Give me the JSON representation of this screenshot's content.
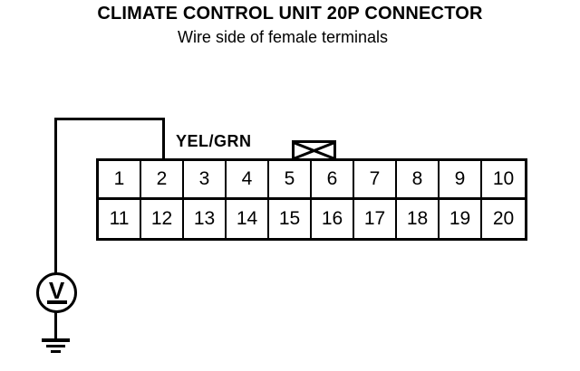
{
  "header": {
    "title": "CLIMATE CONTROL UNIT 20P CONNECTOR",
    "subtitle": "Wire side of female terminals"
  },
  "wire": {
    "label": "YEL/GRN"
  },
  "connector": {
    "pins": [
      "1",
      "2",
      "3",
      "4",
      "5",
      "6",
      "7",
      "8",
      "9",
      "10",
      "11",
      "12",
      "13",
      "14",
      "15",
      "16",
      "17",
      "18",
      "19",
      "20"
    ]
  },
  "meter": {
    "label": "V"
  },
  "icons": {
    "keying": "crossed-box",
    "meter": "voltmeter-circle-v",
    "ground": "chassis-ground"
  },
  "colors": {
    "line": "#000000",
    "background": "#ffffff"
  }
}
